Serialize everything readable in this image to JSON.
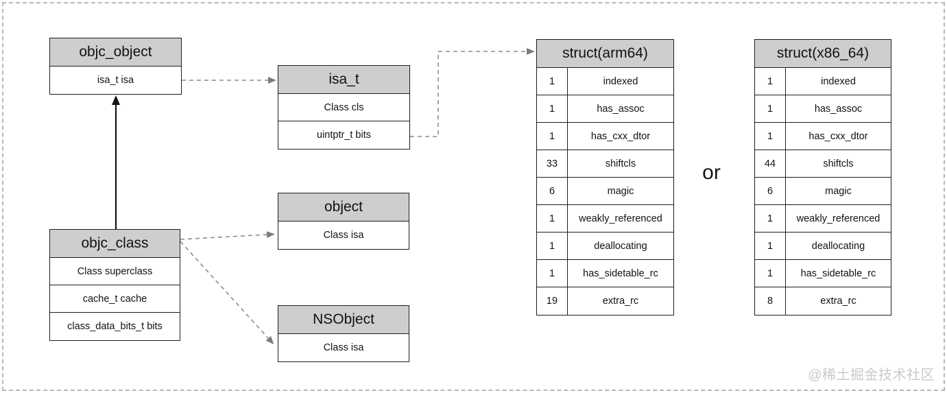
{
  "or_label": "or",
  "watermark": "@稀土掘金技术社区",
  "colors": {
    "header_bg": "#cecece",
    "box_border": "#1c1c1c",
    "connector_gray": "#8c8c8c",
    "connector_black": "#151515",
    "watermark_gray": "#c9c9c9"
  },
  "boxes": {
    "objc_object": {
      "title": "objc_object",
      "rows": [
        "isa_t isa"
      ]
    },
    "isa_t": {
      "title": "isa_t",
      "rows": [
        "Class cls",
        "uintptr_t bits"
      ]
    },
    "objc_class": {
      "title": "objc_class",
      "rows": [
        "Class superclass",
        "cache_t cache",
        "class_data_bits_t bits"
      ]
    },
    "object": {
      "title": "object",
      "rows": [
        "Class isa"
      ]
    },
    "nsobject": {
      "title": "NSObject",
      "rows": [
        "Class isa"
      ]
    }
  },
  "tables": {
    "arm64": {
      "title": "struct(arm64)",
      "fields": [
        {
          "bits": "1",
          "name": "indexed"
        },
        {
          "bits": "1",
          "name": "has_assoc"
        },
        {
          "bits": "1",
          "name": "has_cxx_dtor"
        },
        {
          "bits": "33",
          "name": "shiftcls"
        },
        {
          "bits": "6",
          "name": "magic"
        },
        {
          "bits": "1",
          "name": "weakly_referenced"
        },
        {
          "bits": "1",
          "name": "deallocating"
        },
        {
          "bits": "1",
          "name": "has_sidetable_rc"
        },
        {
          "bits": "19",
          "name": "extra_rc"
        }
      ]
    },
    "x86_64": {
      "title": "struct(x86_64)",
      "fields": [
        {
          "bits": "1",
          "name": "indexed"
        },
        {
          "bits": "1",
          "name": "has_assoc"
        },
        {
          "bits": "1",
          "name": "has_cxx_dtor"
        },
        {
          "bits": "44",
          "name": "shiftcls"
        },
        {
          "bits": "6",
          "name": "magic"
        },
        {
          "bits": "1",
          "name": "weakly_referenced"
        },
        {
          "bits": "1",
          "name": "deallocating"
        },
        {
          "bits": "1",
          "name": "has_sidetable_rc"
        },
        {
          "bits": "8",
          "name": "extra_rc"
        }
      ]
    }
  }
}
